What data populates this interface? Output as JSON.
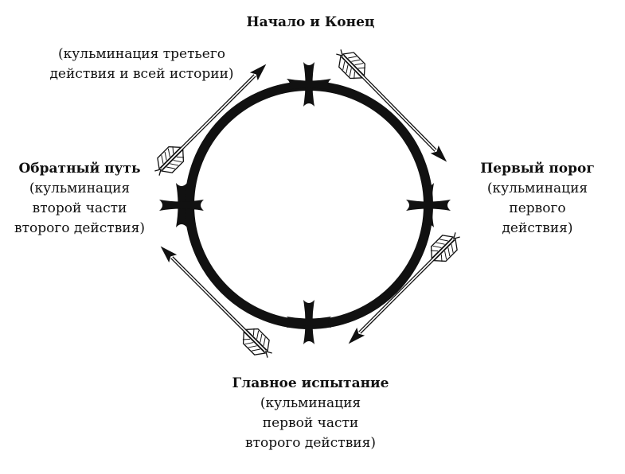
{
  "diagram": {
    "top": {
      "title": "Начало и Конец",
      "note_line1": "(кульминация третьего",
      "note_line2": "действия и всей истории)"
    },
    "right": {
      "title": "Первый порог",
      "note_line1": "(кульминация",
      "note_line2": "первого",
      "note_line3": "действия)"
    },
    "left": {
      "title": "Обратный путь",
      "note_line1": "(кульминация",
      "note_line2": "второй части",
      "note_line3": "второго действия)"
    },
    "bottom": {
      "title": "Главное испытание",
      "note_line1": "(кульминация",
      "note_line2": "первой части",
      "note_line3": "второго действия)"
    },
    "colors": {
      "ink": "#111111",
      "background": "#ffffff"
    },
    "icons": [
      "cycle-circle",
      "cross-marker",
      "feathered-arrow"
    ]
  }
}
